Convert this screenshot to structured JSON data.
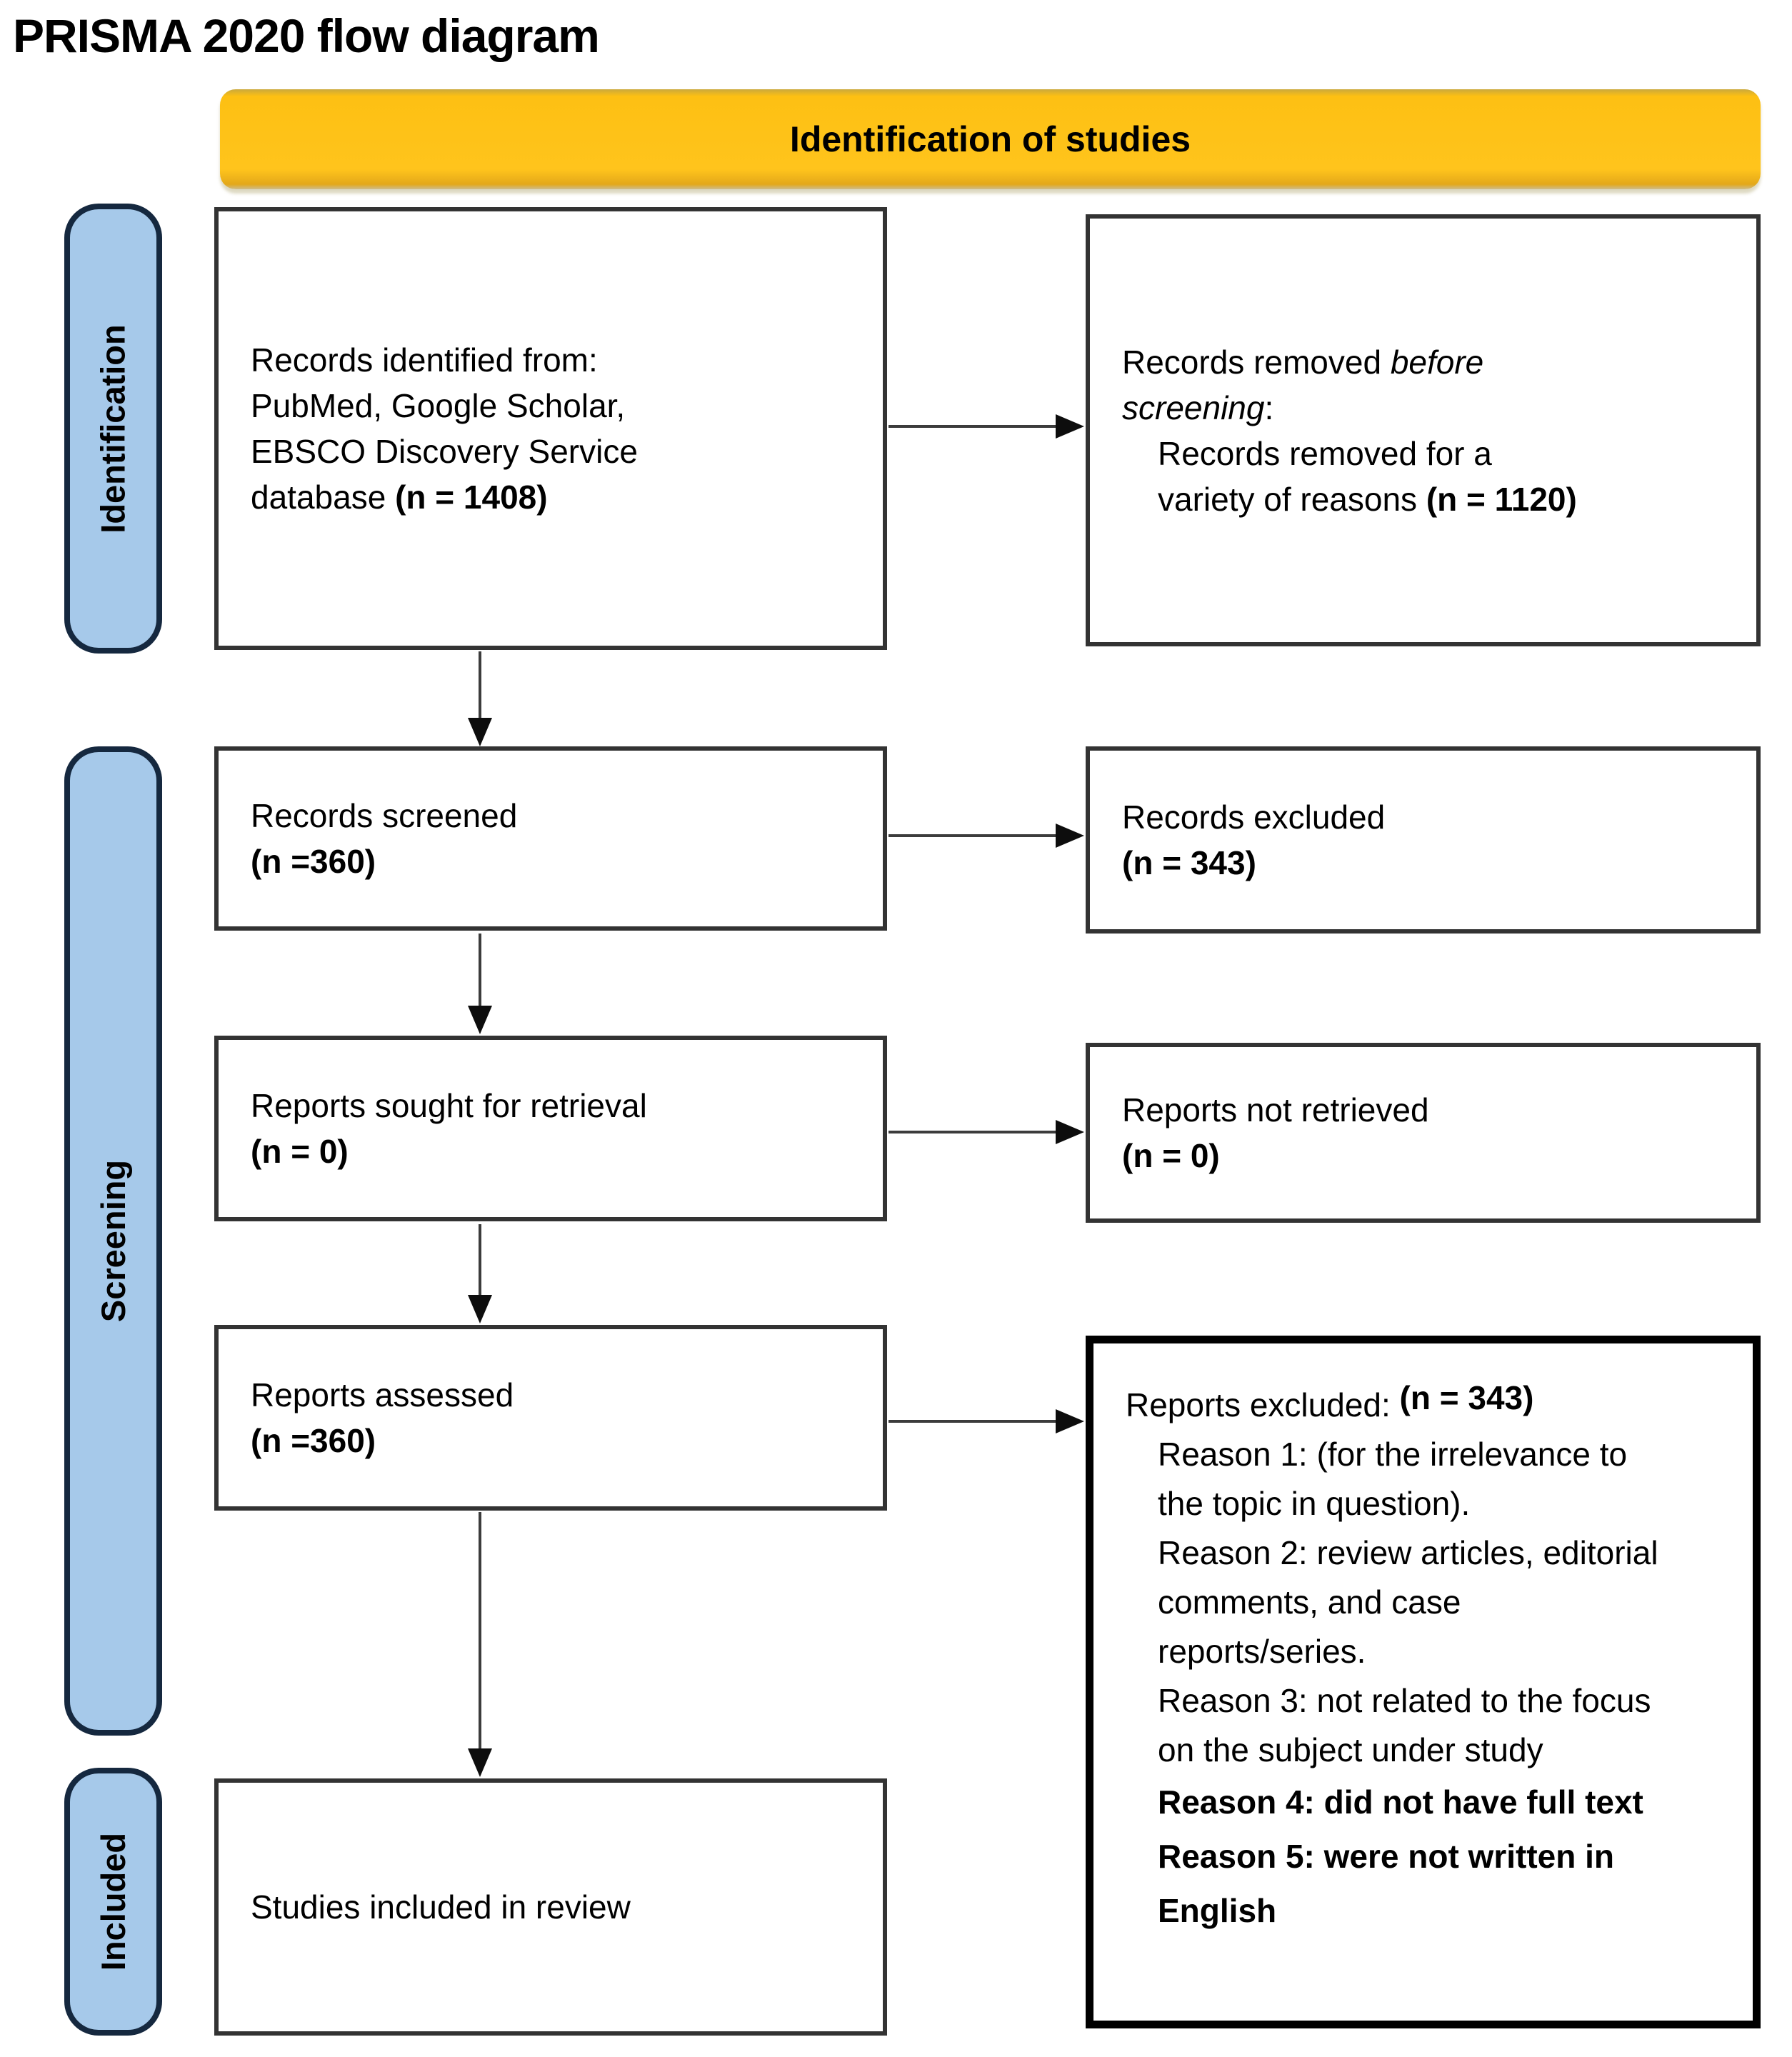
{
  "title": "PRISMA 2020 flow diagram",
  "banner": {
    "label": "Identification of studies"
  },
  "sidebar": {
    "stages": [
      {
        "label": "Identification"
      },
      {
        "label": "Screening"
      },
      {
        "label": "Included"
      }
    ]
  },
  "flow": {
    "identified": {
      "line1": "Records identified from:",
      "line2": "PubMed, Google Scholar,",
      "line3": "EBSCO Discovery Service",
      "line4": "database ",
      "n": "(n = 1408)"
    },
    "removed_before": {
      "lead": "Records removed ",
      "italic1": "before",
      "italic2": "screening",
      "colon": ":",
      "detail_line1": "Records removed for a",
      "detail_line2": "variety of reasons ",
      "n": "(n = 1120)"
    },
    "screened": {
      "label": "Records screened",
      "n": "(n =360)"
    },
    "excluded": {
      "label": "Records excluded",
      "n": "(n = 343)"
    },
    "sought": {
      "label": "Reports sought for retrieval",
      "n": "(n = 0)"
    },
    "not_retrieved": {
      "label": "Reports not retrieved",
      "n": "(n = 0)"
    },
    "assessed": {
      "label": "Reports assessed",
      "n": "(n =360)"
    },
    "reports_excluded": {
      "label": "Reports excluded: ",
      "n": "(n = 343)",
      "reasons": [
        {
          "text": "Reason 1: (for the irrelevance to the topic in question)."
        },
        {
          "text": "Reason 2: review articles, editorial comments, and case reports/series."
        },
        {
          "text": "Reason 3: not related to the focus on the subject under study"
        },
        {
          "text": "Reason 4: did not have full text"
        },
        {
          "text": "Reason 5: were not written in English"
        }
      ]
    },
    "included_studies": {
      "label": "Studies included in review"
    }
  },
  "colors": {
    "banner_fill": "#FDC013",
    "stage_fill": "#A6C9EA",
    "stage_border": "#15283F",
    "box_border": "#333333",
    "arrow": "#0D0D0D"
  }
}
